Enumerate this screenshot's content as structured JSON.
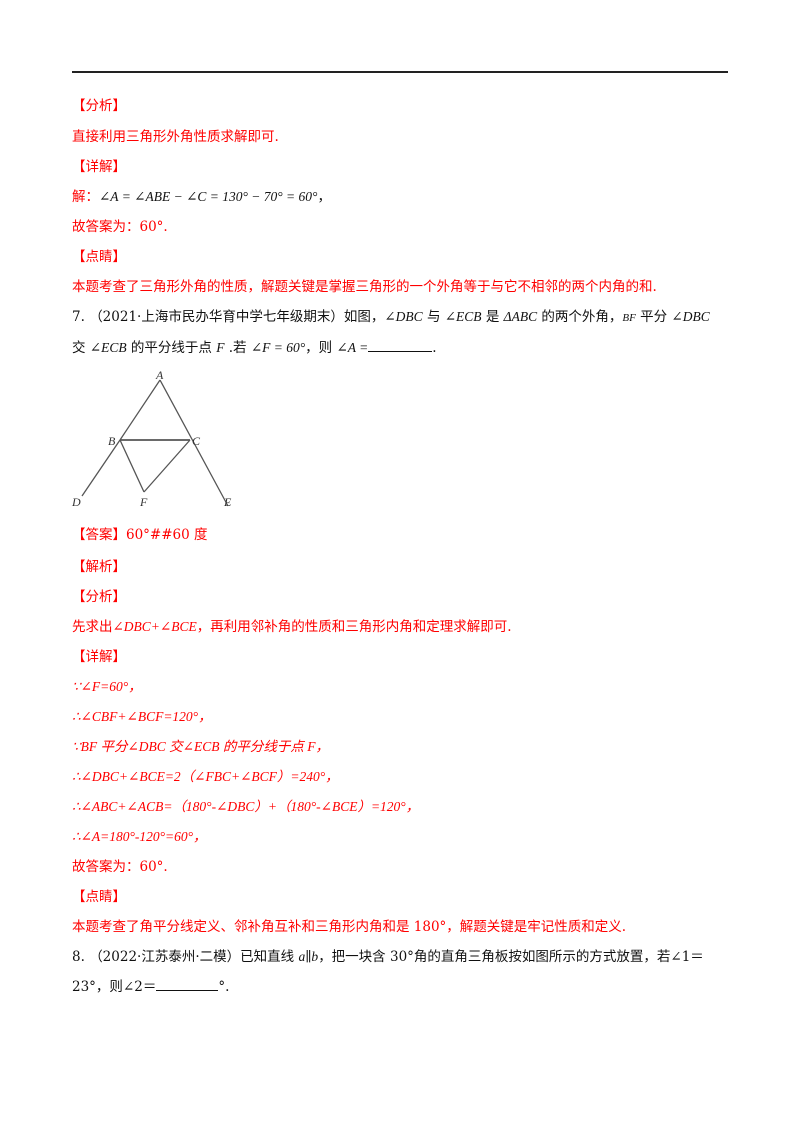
{
  "q6_tail": {
    "analysis_heading": "【分析】",
    "analysis_text": "直接利用三角形外角性质求解即可.",
    "detail_heading": "【详解】",
    "detail_prefix": "解：",
    "detail_formula": "∠A = ∠ABE − ∠C = 130° − 70° = 60°",
    "detail_suffix": "，",
    "answer_line": "故答案为：60°.",
    "comment_heading": "【点睛】",
    "comment_text": "本题考查了三角形外角的性质，解题关键是掌握三角形的一个外角等于与它不相邻的两个内角的和."
  },
  "q7": {
    "number": "7.",
    "source": "（2021·上海市民办华育中学七年级期末）",
    "stem_1a": "如图，",
    "stem_1b": "∠DBC",
    "stem_1c": " 与 ",
    "stem_1d": "∠ECB",
    "stem_1e": " 是 ",
    "stem_1f": "ΔABC",
    "stem_1g": " 的两个外角，",
    "stem_1h": "BF",
    "stem_1i": " 平分 ",
    "stem_1j": "∠DBC",
    "stem_2a": "交 ",
    "stem_2b": "∠ECB",
    "stem_2c": " 的平分线于点 ",
    "stem_2d": "F",
    "stem_2e": " .若 ",
    "stem_2f": "∠F = 60°",
    "stem_2g": "，则 ",
    "stem_2h": "∠A =",
    "stem_2i": ".",
    "figure": {
      "labels": {
        "A": "A",
        "B": "B",
        "C": "C",
        "D": "D",
        "E": "E",
        "F": "F"
      }
    },
    "answer": "【答案】60°##60 度",
    "jiexi_heading": "【解析】",
    "analysis_heading": "【分析】",
    "analysis_a": "先求出",
    "analysis_b": "∠DBC+∠BCE",
    "analysis_c": "，再利用邻补角的性质和三角形内角和定理求解即可.",
    "detail_heading": "【详解】",
    "steps": [
      "∵∠F=60°，",
      "∴∠CBF+∠BCF=120°，",
      "∵BF 平分∠DBC 交∠ECB 的平分线于点 F，",
      "∴∠DBC+∠BCE=2（∠FBC+∠BCF）=240°，",
      "∴∠ABC+∠ACB=（180°-∠DBC）+（180°-∠BCE）=120°，",
      "∴∠A=180°-120°=60°，",
      "故答案为：60°."
    ],
    "comment_heading": "【点睛】",
    "comment_text": "本题考查了角平分线定义、邻补角互补和三角形内角和是 180°，解题关键是牢记性质和定义."
  },
  "q8": {
    "number": "8.",
    "source": "（2022·江苏泰州·二模）",
    "stem_1a": "已知直线 ",
    "stem_1b": "a∥b",
    "stem_1c": "，把一块含 30°角的直角三角板按如图所示的方式放置，若∠1＝",
    "stem_2a": "23°，则∠2＝",
    "stem_2b": "°."
  }
}
